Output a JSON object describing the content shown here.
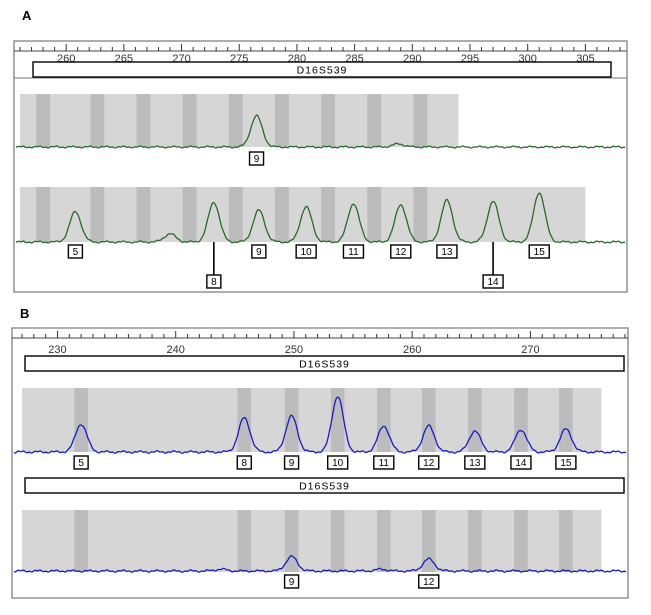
{
  "chart_data": [
    {
      "type": "line",
      "panel_label": "A",
      "x_range": [
        256,
        308
      ],
      "x_ticks": [
        260,
        265,
        270,
        275,
        280,
        285,
        290,
        295,
        300,
        305
      ],
      "marker": "D16S539",
      "traces": [
        {
          "color": "#2a6a2a",
          "peaks": [
            {
              "x": 276.5,
              "height": 0.6,
              "allele": "9",
              "label_x": 276.5,
              "label_row": 0
            },
            {
              "x": 288.8,
              "height": 0.06,
              "allele": "",
              "label_x": 288.8,
              "label_row": 0
            }
          ]
        },
        {
          "color": "#2a6a2a",
          "peaks": [
            {
              "x": 260.8,
              "height": 0.55,
              "allele": "5",
              "label_x": 260.8,
              "label_row": 0
            },
            {
              "x": 269.0,
              "height": 0.15,
              "allele": "",
              "label_x": 269.0,
              "label_row": 0
            },
            {
              "x": 272.8,
              "height": 0.72,
              "allele": "8",
              "label_x": 272.8,
              "label_row": 1
            },
            {
              "x": 276.7,
              "height": 0.58,
              "allele": "9",
              "label_x": 276.7,
              "label_row": 0
            },
            {
              "x": 280.8,
              "height": 0.64,
              "allele": "10",
              "label_x": 280.8,
              "label_row": 0
            },
            {
              "x": 284.9,
              "height": 0.7,
              "allele": "11",
              "label_x": 284.9,
              "label_row": 0
            },
            {
              "x": 289.0,
              "height": 0.68,
              "allele": "12",
              "label_x": 289.0,
              "label_row": 0
            },
            {
              "x": 293.0,
              "height": 0.76,
              "allele": "13",
              "label_x": 293.0,
              "label_row": 0
            },
            {
              "x": 297.0,
              "height": 0.74,
              "allele": "14",
              "label_x": 297.0,
              "label_row": 1
            },
            {
              "x": 301.0,
              "height": 0.9,
              "allele": "15",
              "label_x": 301.0,
              "label_row": 0
            }
          ]
        }
      ]
    },
    {
      "type": "line",
      "panel_label": "B",
      "x_range": [
        227,
        278
      ],
      "x_ticks": [
        230,
        240,
        250,
        260,
        270
      ],
      "marker": "D16S539",
      "traces": [
        {
          "color": "#1a1acc",
          "peaks": [
            {
              "x": 232.0,
              "height": 0.45,
              "allele": "5",
              "label_x": 232.0,
              "label_row": 0
            },
            {
              "x": 245.8,
              "height": 0.55,
              "allele": "8",
              "label_x": 245.8,
              "label_row": 0
            },
            {
              "x": 249.8,
              "height": 0.58,
              "allele": "9",
              "label_x": 249.8,
              "label_row": 0
            },
            {
              "x": 253.7,
              "height": 0.9,
              "allele": "10",
              "label_x": 253.7,
              "label_row": 0
            },
            {
              "x": 257.6,
              "height": 0.42,
              "allele": "11",
              "label_x": 257.6,
              "label_row": 0
            },
            {
              "x": 261.4,
              "height": 0.42,
              "allele": "12",
              "label_x": 261.4,
              "label_row": 0
            },
            {
              "x": 265.3,
              "height": 0.34,
              "allele": "13",
              "label_x": 265.3,
              "label_row": 0
            },
            {
              "x": 269.2,
              "height": 0.36,
              "allele": "14",
              "label_x": 269.2,
              "label_row": 0
            },
            {
              "x": 273.0,
              "height": 0.37,
              "allele": "15",
              "label_x": 273.0,
              "label_row": 0
            }
          ]
        },
        {
          "color": "#1a1acc",
          "peaks": [
            {
              "x": 249.8,
              "height": 0.24,
              "allele": "9",
              "label_x": 249.8,
              "label_row": 0
            },
            {
              "x": 261.4,
              "height": 0.2,
              "allele": "12",
              "label_x": 261.4,
              "label_row": 0
            },
            {
              "x": 243.8,
              "height": 0.03,
              "allele": "",
              "label_x": 243.8,
              "label_row": 0
            },
            {
              "x": 257.4,
              "height": 0.03,
              "allele": "",
              "label_x": 257.4,
              "label_row": 0
            }
          ]
        }
      ]
    }
  ]
}
